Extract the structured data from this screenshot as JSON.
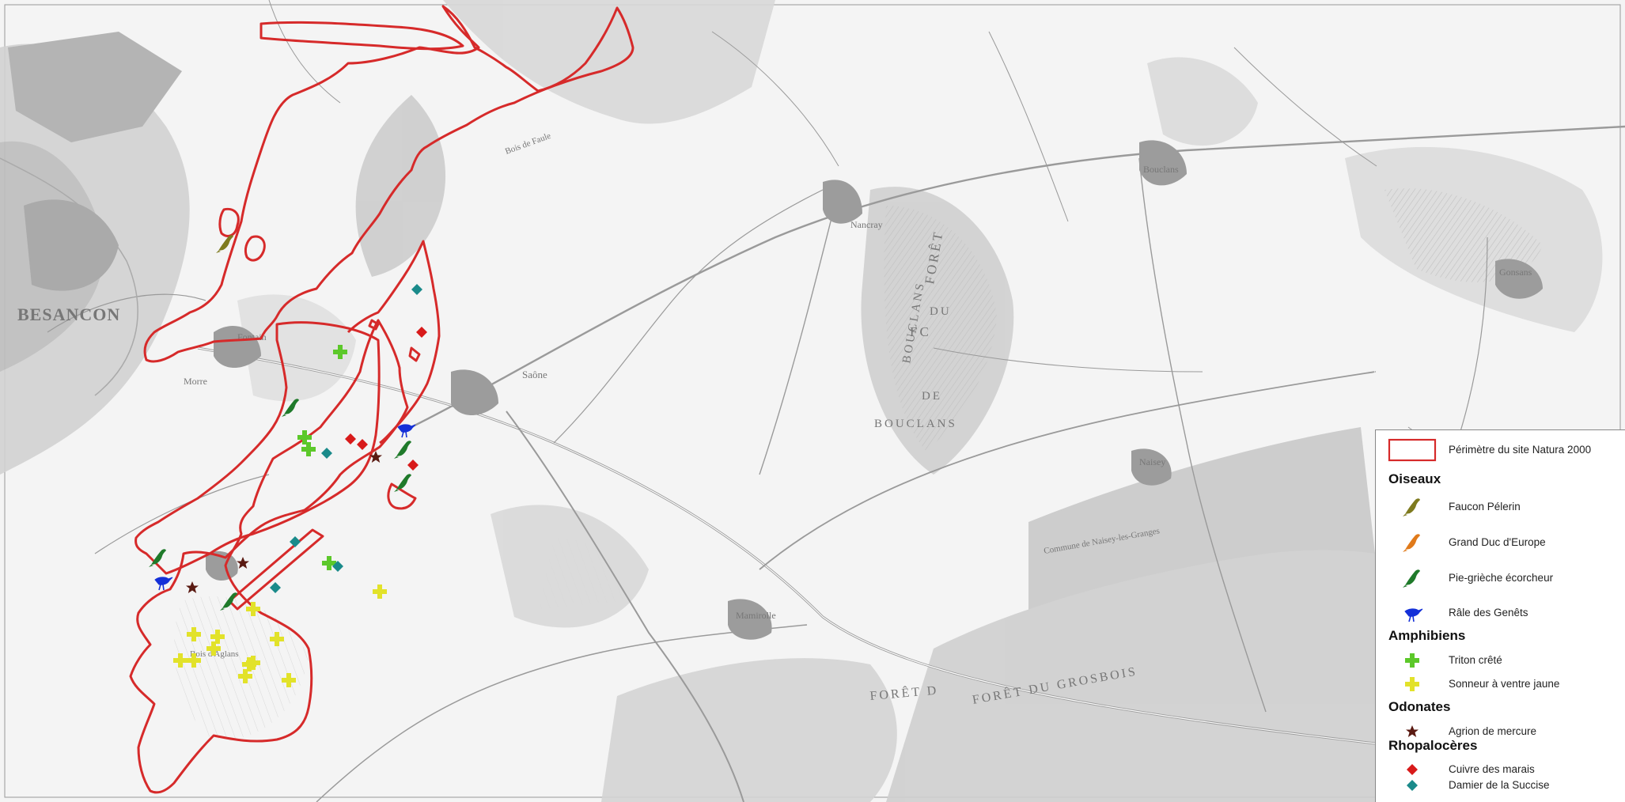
{
  "map": {
    "place_labels": [
      {
        "name": "BESANCON",
        "style": "city"
      },
      {
        "name": "Saône",
        "style": "town"
      },
      {
        "name": "Nancray",
        "style": "town"
      },
      {
        "name": "Bouclans",
        "style": "town"
      },
      {
        "name": "Gonsans",
        "style": "town"
      },
      {
        "name": "Mamirolle",
        "style": "town"
      },
      {
        "name": "Naisey",
        "style": "town"
      },
      {
        "name": "Morre",
        "style": "town"
      },
      {
        "name": "Fontain",
        "style": "town"
      },
      {
        "name": "FORÊT",
        "style": "forest"
      },
      {
        "name": "DU",
        "style": "forest"
      },
      {
        "name": "FC",
        "style": "forest"
      },
      {
        "name": "BOUCLANS",
        "style": "forest"
      },
      {
        "name": "DE",
        "style": "forest"
      },
      {
        "name": "BOUCLANS",
        "style": "forest"
      },
      {
        "name": "FORÊT D",
        "style": "forest"
      },
      {
        "name": "FORÊT DU GROSBOIS",
        "style": "forest"
      },
      {
        "name": "Bois d'Aglans",
        "style": "small"
      },
      {
        "name": "Commune de Naisey-les-Granges",
        "style": "small"
      },
      {
        "name": "Bois de Faule",
        "style": "small"
      }
    ]
  },
  "legend": {
    "perimeter_label": "Périmètre du site Natura 2000",
    "perimeter_color": "#d62a2a",
    "groups": [
      {
        "title": "Oiseaux",
        "items": [
          {
            "label": "Faucon Pélerin",
            "icon": "bird-falcon-icon",
            "color": "#7e7a1e"
          },
          {
            "label": "Grand Duc d'Europe",
            "icon": "bird-owl-icon",
            "color": "#e07a1a"
          },
          {
            "label": "Pie-grièche écorcheur",
            "icon": "bird-shrike-icon",
            "color": "#1f7a2a"
          },
          {
            "label": "Râle des Genêts",
            "icon": "bird-crake-icon",
            "color": "#1430d8"
          }
        ]
      },
      {
        "title": "Amphibiens",
        "items": [
          {
            "label": "Triton crêté",
            "icon": "cross-icon",
            "color": "#5cc82a"
          },
          {
            "label": "Sonneur à ventre jaune",
            "icon": "cross-icon",
            "color": "#e2e22a"
          }
        ]
      },
      {
        "title": "Odonates",
        "items": [
          {
            "label": "Agrion de mercure",
            "icon": "star-icon",
            "color": "#5a1a12"
          }
        ]
      },
      {
        "title": "Rhopalocères",
        "items": [
          {
            "label": "Cuivre des marais",
            "icon": "diamond-icon",
            "color": "#d81a1a"
          },
          {
            "label": "Damier de la Succise",
            "icon": "diamond-icon",
            "color": "#1a8a8a"
          }
        ]
      }
    ]
  }
}
